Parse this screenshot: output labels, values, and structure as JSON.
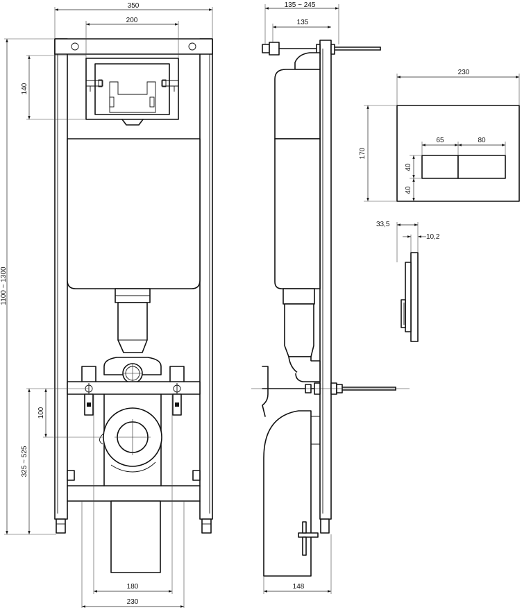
{
  "front_view": {
    "width_total": "350",
    "width_top_bracket": "200",
    "height_top_bracket": "140",
    "height_total": "1100 ~ 1300",
    "height_outlet": "100",
    "height_adjust": "325 ~ 525",
    "width_outlet": "180",
    "width_bottom": "230"
  },
  "side_view": {
    "depth_adjust": "135 ~ 245",
    "depth_min": "135",
    "depth_base": "148"
  },
  "flush_plate": {
    "width": "230",
    "height": "170",
    "button_left": "65",
    "button_right": "80",
    "button_height": "40",
    "button_offset": "40"
  },
  "plate_profile": {
    "thickness_total": "33,5",
    "thickness_plate": "10,2"
  }
}
